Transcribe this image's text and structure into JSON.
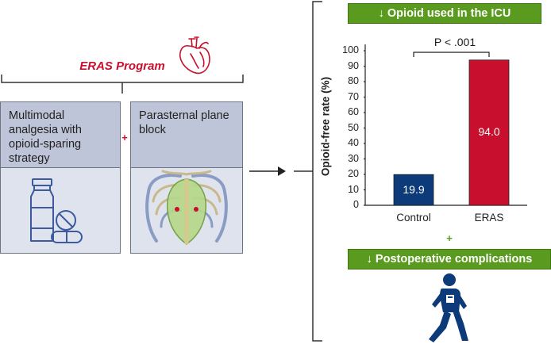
{
  "program": {
    "title": "ERAS Program",
    "plus": "+",
    "strategy_1": "Multimodal analgesia with opioid-sparing strategy",
    "strategy_2": "Parasternal plane block"
  },
  "outcomes": {
    "banner_1": "↓ Opioid used in the ICU",
    "banner_2": "↓ Postoperative complications",
    "plus": "+"
  },
  "chart_data": {
    "type": "bar",
    "categories": [
      "Control",
      "ERAS"
    ],
    "values": [
      19.9,
      94.0
    ],
    "value_labels": [
      "19.9",
      "94.0"
    ],
    "bar_colors": [
      "#0d3b7a",
      "#c8102e"
    ],
    "ylabel": "Opioid-free rate (%)",
    "xlabel": "",
    "ylim": [
      0,
      100
    ],
    "yticks": [
      "0",
      "10",
      "20",
      "30",
      "40",
      "50",
      "60",
      "70",
      "80",
      "90",
      "100"
    ],
    "annotation": "P < .001"
  },
  "colors": {
    "accent_red": "#c8102e",
    "navy": "#0d3b7a",
    "green": "#5a9a1e",
    "card_header": "#bfc5d8",
    "card_body": "#dfe3ee"
  },
  "icons": [
    "heart-icon",
    "medication-icon",
    "rib-cage-icon",
    "arrow-right-icon",
    "walking-person-icon"
  ]
}
